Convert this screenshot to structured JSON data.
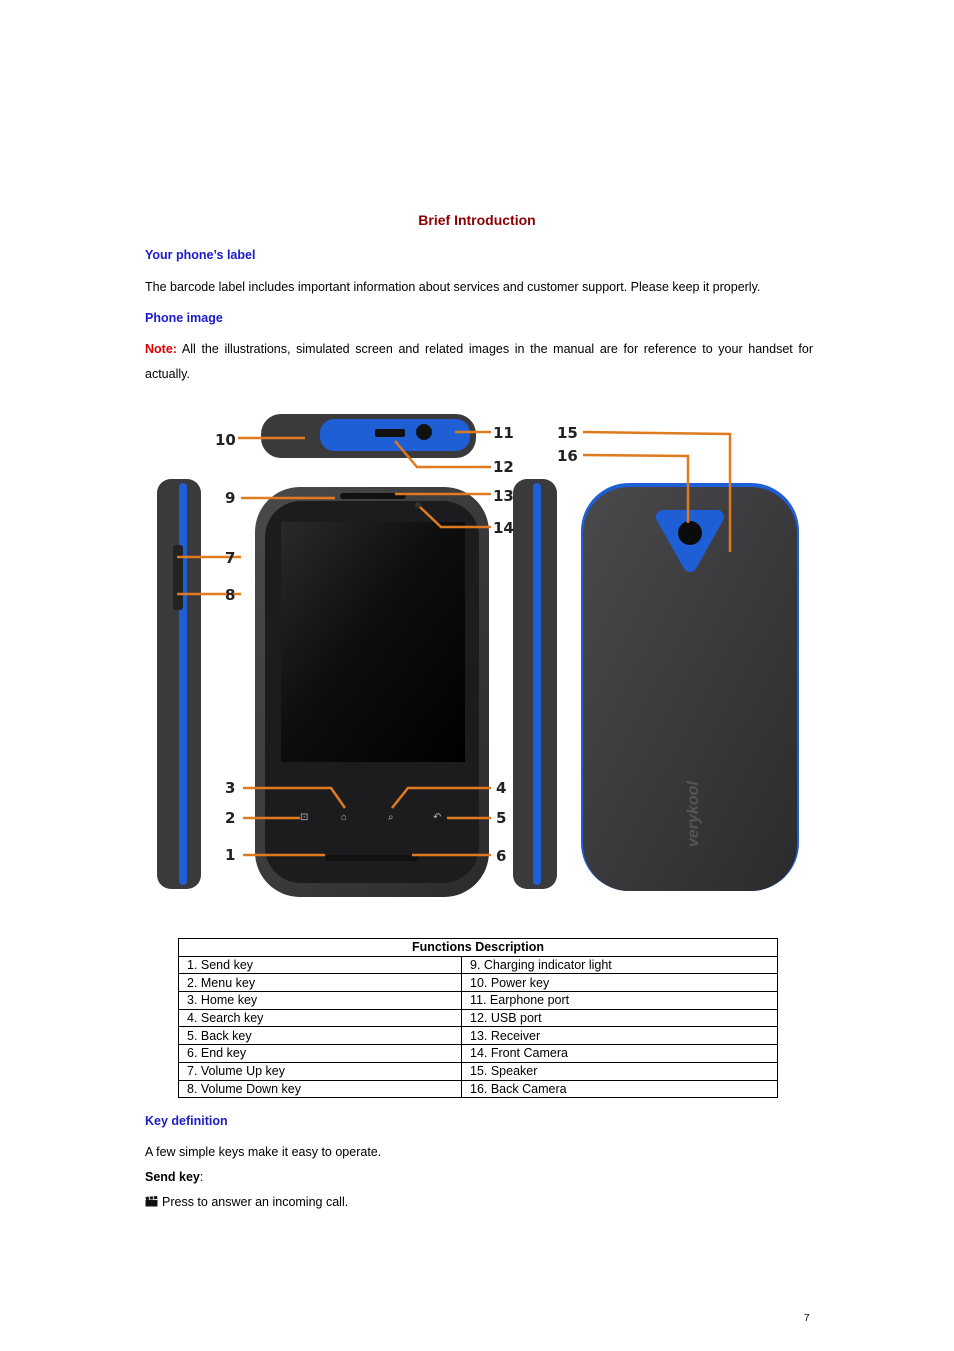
{
  "page": {
    "title": "Brief Introduction",
    "page_number": "7"
  },
  "sections": {
    "label_heading": "Your phone’s label",
    "label_text": "The barcode label includes important information about services and customer support. Please keep it properly.",
    "image_heading": "Phone image",
    "note_label": "Note:",
    "note_text": " All the illustrations, simulated screen and related images in the manual are for reference to your handset for actually.",
    "key_heading": "Key definition",
    "key_intro": "A few simple keys make it easy to operate.",
    "send_key_label": "Send key",
    "send_key_colon": ":",
    "send_key_bullet": "Press to answer an incoming call."
  },
  "figure": {
    "callouts": [
      "1",
      "2",
      "3",
      "4",
      "5",
      "6",
      "7",
      "8",
      "9",
      "10",
      "11",
      "12",
      "13",
      "14",
      "15",
      "16"
    ],
    "brand": "verykool",
    "colors": {
      "body": "#3a3a3c",
      "accent": "#1e5fd6",
      "leader": "#e07a1e"
    }
  },
  "table": {
    "header": "Functions Description",
    "rows": [
      [
        "1. Send key",
        "9. Charging indicator light"
      ],
      [
        "2. Menu key",
        "10. Power key"
      ],
      [
        "3. Home key",
        "11. Earphone port"
      ],
      [
        "4. Search key",
        "12. USB port"
      ],
      [
        "5. Back key",
        "13. Receiver"
      ],
      [
        "6. End key",
        "14. Front Camera"
      ],
      [
        "7. Volume Up key",
        "15. Speaker"
      ],
      [
        "8. Volume Down key",
        "16. Back Camera"
      ]
    ]
  }
}
